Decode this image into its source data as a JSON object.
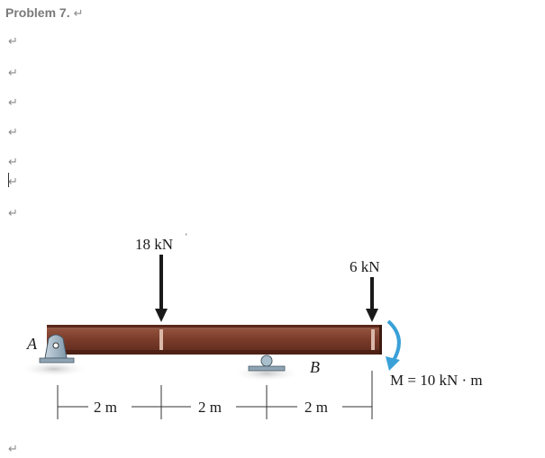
{
  "document": {
    "title": "Problem 7.",
    "paragraph_mark": "↵",
    "empty_paragraphs": 7
  },
  "figure": {
    "support_a_label": "A",
    "support_b_label": "B",
    "load_1": "18 kN",
    "load_2": "6 kN",
    "moment": "M = 10 kN · m",
    "dim_1": "2 m",
    "dim_2": "2 m",
    "dim_3": "2 m",
    "beam_color": "#7a3b2a",
    "moment_arrow_color": "#3aa0d8"
  }
}
